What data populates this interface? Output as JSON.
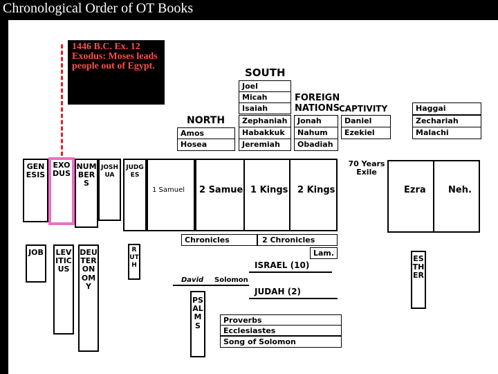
{
  "header": {
    "title": "Chronological Order of OT Books"
  },
  "callout": {
    "text": "1446 B.C. Ex. 12 Exodus: Moses leads people out of Egypt."
  },
  "south": {
    "label": "SOUTH",
    "books": [
      "Joel",
      "Micah",
      "Isaiah",
      "Zephaniah",
      "Habakkuk",
      "Jeremiah"
    ]
  },
  "north": {
    "label": "NORTH",
    "books": [
      "Amos",
      "Hosea"
    ]
  },
  "foreign": {
    "label": "FOREIGN NATIONS",
    "books": [
      "Jonah",
      "Nahum",
      "Obadiah"
    ]
  },
  "captivity": {
    "label": "CAPTIVITY",
    "books": [
      "Daniel",
      "Ezekiel"
    ]
  },
  "postexile": {
    "books": [
      "Haggai",
      "Zechariah",
      "Malachi"
    ]
  },
  "timeline": {
    "genesis": "GENESIS",
    "exodus": "EXODUS",
    "numbers": "NUMBERS",
    "joshua": "JOSHUA",
    "judges": "JUDGES",
    "samuel1": "1 Samuel",
    "samuel2": "2 Samuel",
    "kings1": "1 Kings",
    "kings2": "2 Kings",
    "exile": "70 Years Exile",
    "ezra": "Ezra",
    "neh": "Neh."
  },
  "below": {
    "job": "JOB",
    "leviticus": "LEVITICUS",
    "deuteronomy": "DEUTERONOMY",
    "ruth": "RUTH",
    "psalms": "PSALMS",
    "esther": "ESTHER",
    "chronicles1": "Chronicles",
    "chronicles2": "2 Chronicles",
    "lam": "Lam.",
    "israel": "ISRAEL (10)",
    "judah": "JUDAH (2)",
    "david": "David",
    "solomon": "Solomon",
    "proverbs": "Proverbs",
    "ecclesiastes": "Ecclesiastes",
    "song": "Song of Solomon"
  }
}
